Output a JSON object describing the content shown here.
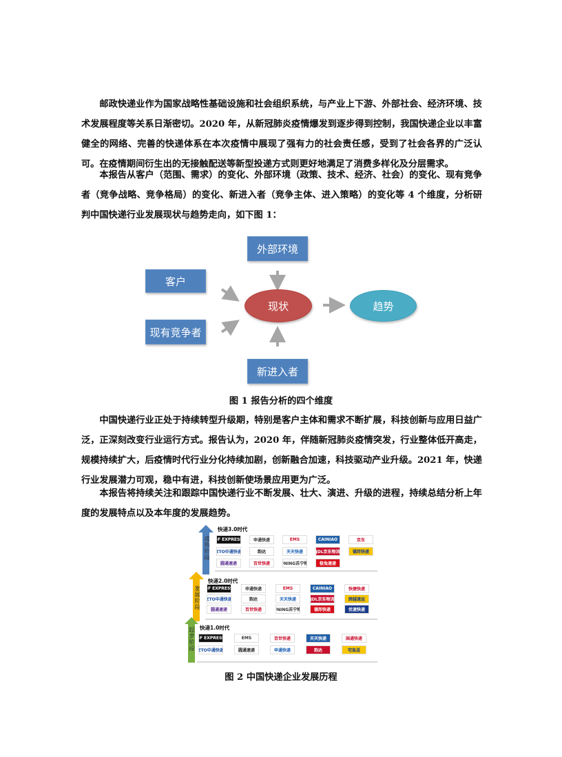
{
  "paragraphs": [
    "邮政快递业作为国家战略性基础设施和社会组织系统，与产业上下游、外部社会、经济环境、技术发展程度等关系日渐密切。2020 年，从新冠肺炎疫情爆发到逐步得到控制，我国快递企业以丰富健全的网络、完善的快递体系在本次疫情中展现了强有力的社会责任感，受到了社会各界的广泛认可。在疫情期间衍生出的无接触配送等新型投递方式则更好地满足了消费多样化及分层需求。",
    "本报告从客户（范围、需求）的变化、外部环境（政策、技术、经济、社会）的变化、现有竞争者（竞争战略、竞争格局）的变化、新进入者（竞争主体、进入策略）的变化等 4 个维度，分析研判中国快递行业发展现状与趋势走向，如下图 1：",
    "中国快递行业正处于持续转型升级期，特别是客户主体和需求不断扩展，科技创新与应用日益广泛，正深刻改变行业运行方式。报告认为，2020 年，伴随新冠肺炎疫情突发，行业整体低开高走，规模持续扩大，后疫情时代行业分化持续加剧，创新融合加速，科技驱动产业升级。2021 年，快递行业发展潜力可观，稳中有进，科技创新使场景应用更为广泛。",
    "本报告将持续关注和跟踪中国快递行业不断发展、壮大、演进、升级的进程，持续总结分析上年度的发展特点以及本年度的发展趋势。"
  ],
  "figure1": {
    "external": "外部环境",
    "customer": "客户",
    "competitors": "现有竞争者",
    "current": "现状",
    "trend": "趋势",
    "entrants": "新进入者",
    "caption": "图 1 报告分析的四个维度",
    "colors": {
      "box": "#4f81bd",
      "current": "#c0504d",
      "trend": "#4bacc6",
      "arrow": "#a6a6a6"
    }
  },
  "figure2": {
    "caption": "图 2 中国快递企业发展历程",
    "tiers": [
      {
        "label": "快递3.0时代",
        "stage": "成熟阶段",
        "arrow_color": "#4f81bd",
        "logos": [
          "SF EXPRESS",
          "申通快递",
          "EMS",
          "CAINIAO",
          "京东",
          "ZTO中通快递",
          "韵达",
          "天天快递",
          "JDL京东物流",
          "德邦快递",
          "圆通速递",
          "百世快递",
          "SUNING苏宁物流",
          "极兔速递"
        ]
      },
      {
        "label": "快递2.0时代",
        "stage": "发展阶段",
        "arrow_color": "#f5b800",
        "logos": [
          "SF EXPRESS",
          "申通快递",
          "EMS",
          "CAINIAO",
          "快捷快递",
          "ZTO中通快递",
          "韵达",
          "天天快递",
          "JDL京东物流",
          "跨越速运",
          "圆通速递",
          "百世快递",
          "SUNING苏宁物流",
          "德邦快递",
          "优速快递"
        ]
      },
      {
        "label": "快递1.0时代",
        "stage": "起步阶段",
        "arrow_color": "#77b041",
        "logos": [
          "SF EXPRESS",
          "EMS",
          "百世快递",
          "天天快递",
          "国通快递",
          "ZTO中通快递",
          "圆通速递",
          "申通快递",
          "韵达",
          "宅急送"
        ]
      }
    ]
  }
}
